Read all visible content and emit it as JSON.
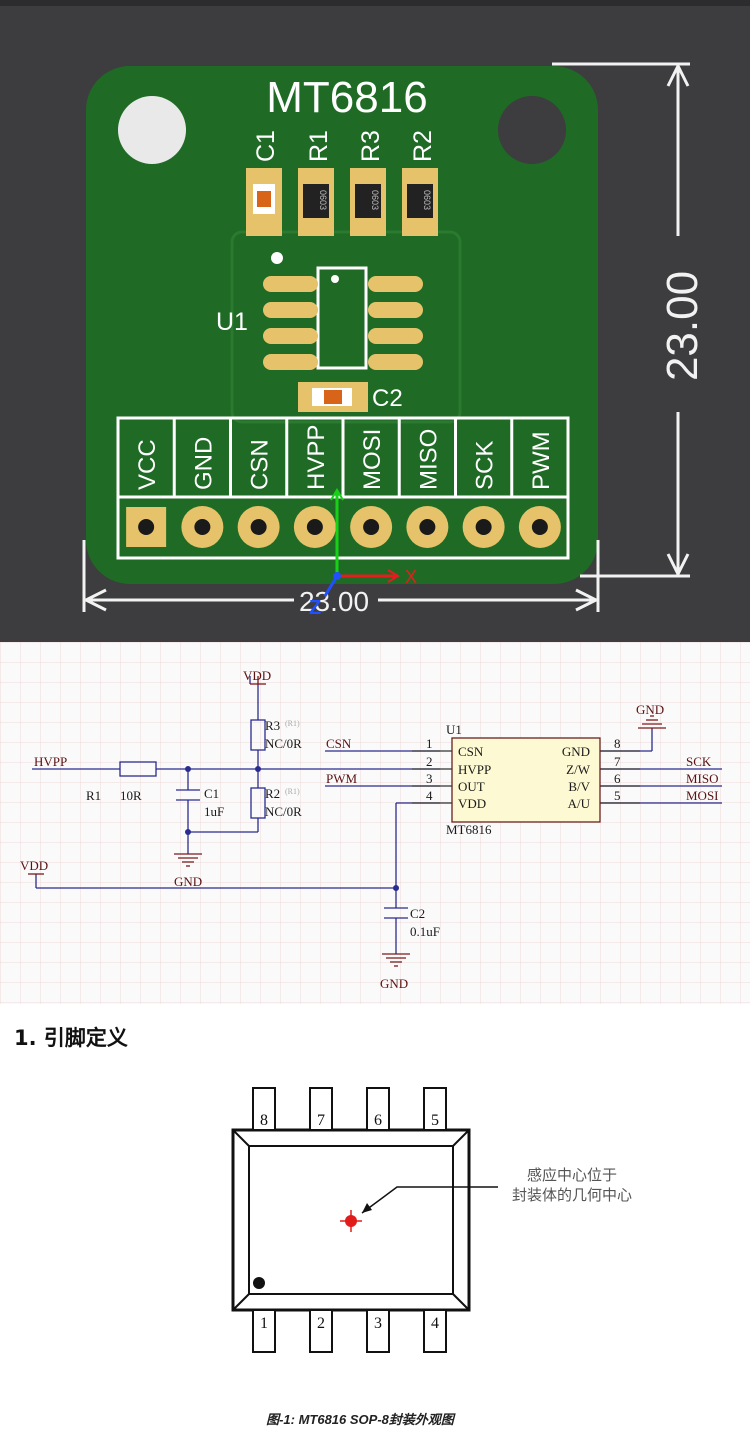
{
  "pcb": {
    "board_title": "MT6816",
    "components": [
      "C1",
      "R1",
      "R3",
      "R2"
    ],
    "resistor_marking": "0603",
    "ic_label": "U1",
    "cap2_label": "C2",
    "pins": [
      "VCC",
      "GND",
      "CSN",
      "HVPP",
      "MOSI",
      "MISO",
      "SCK",
      "PWM"
    ],
    "dim_vertical": "23.00",
    "dim_horizontal": "23.00",
    "axis_x": "X",
    "axis_z": "Z",
    "colors": {
      "board": "#1f6b25",
      "pad": "#e6c36a",
      "background": "#3d3c3e"
    }
  },
  "schematic": {
    "vdd_top": "VDD",
    "r3": "R3",
    "r3_value": "NC/0R",
    "r3_ref": "(R1)",
    "r2": "R2",
    "r2_value": "NC/0R",
    "r2_ref": "(R1)",
    "hvpp_net": "HVPP",
    "r1": "R1",
    "r1_value": "10R",
    "c1": "C1",
    "c1_value": "1uF",
    "gnd_left": "GND",
    "vdd_left": "VDD",
    "u1": "U1",
    "chip_name": "MT6816",
    "left_nets": [
      "CSN",
      "",
      "PWM",
      ""
    ],
    "left_pins": [
      {
        "num": "1",
        "name": "CSN"
      },
      {
        "num": "2",
        "name": "HVPP"
      },
      {
        "num": "3",
        "name": "OUT"
      },
      {
        "num": "4",
        "name": "VDD"
      }
    ],
    "right_pins": [
      {
        "num": "8",
        "name": "GND"
      },
      {
        "num": "7",
        "name": "Z/W"
      },
      {
        "num": "6",
        "name": "B/V"
      },
      {
        "num": "5",
        "name": "A/U"
      }
    ],
    "right_nets": [
      "",
      "SCK",
      "MISO",
      "MOSI"
    ],
    "gnd_top": "GND",
    "c2": "C2",
    "c2_value": "0.1uF",
    "gnd_bottom": "GND"
  },
  "pinout": {
    "heading": "1.  引脚定义",
    "top_pins": [
      "8",
      "7",
      "6",
      "5"
    ],
    "bottom_pins": [
      "1",
      "2",
      "3",
      "4"
    ],
    "annotation_line1": "感应中心位于",
    "annotation_line2": "封装体的几何中心",
    "caption": "图-1: MT6816 SOP-8封装外观图"
  }
}
